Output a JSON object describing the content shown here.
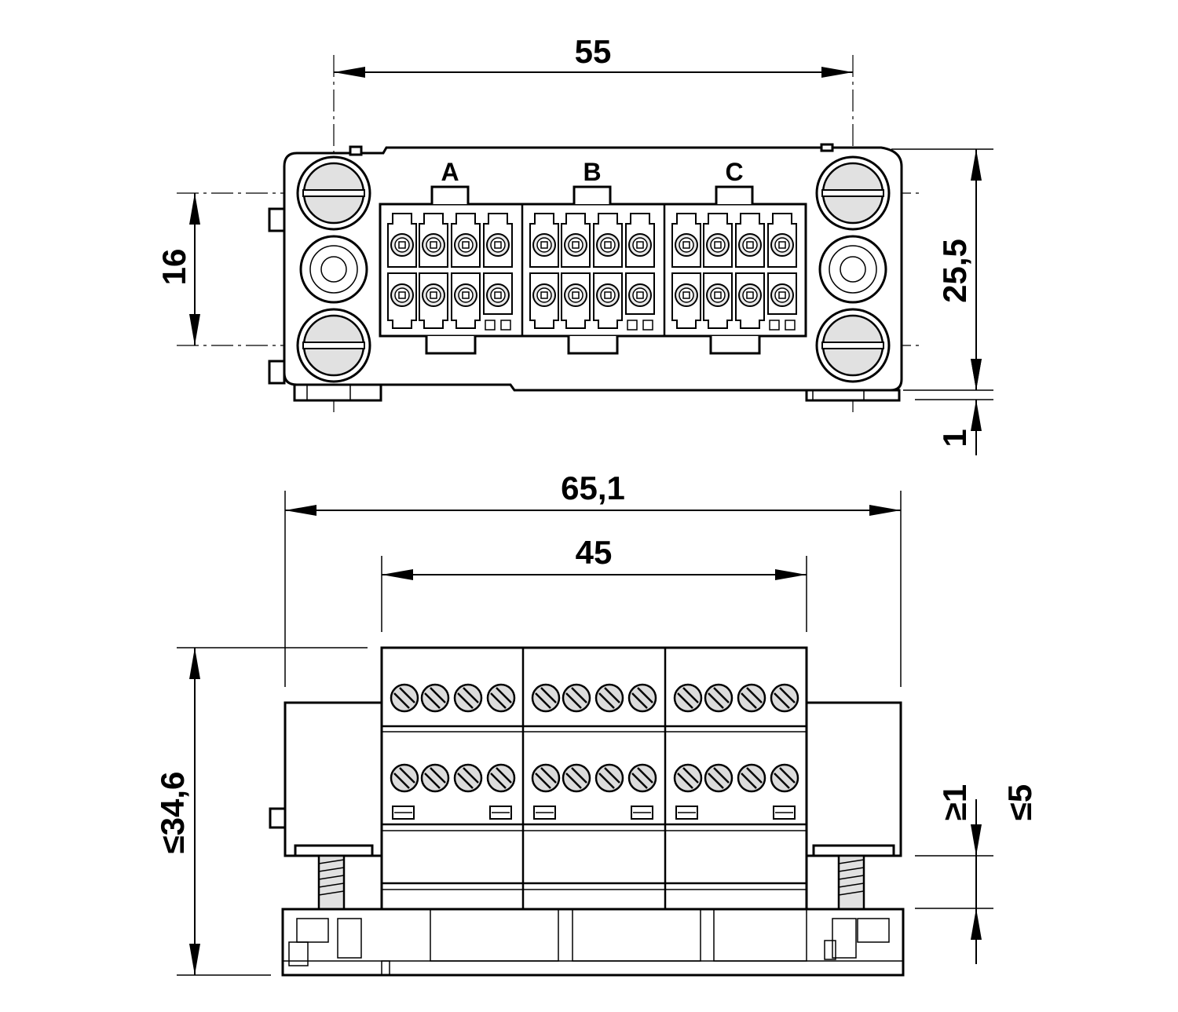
{
  "top_view": {
    "group_labels": [
      "A",
      "B",
      "C"
    ],
    "dimensions": {
      "overall_width": "55",
      "mounting_pitch": "16",
      "height": "25,5",
      "foot_offset": "1"
    }
  },
  "front_view": {
    "dimensions": {
      "overall_length": "65,1",
      "block_length": "45",
      "max_height": "≤34,6",
      "min_clearance": "≥1",
      "max_clearance": "≤5"
    }
  }
}
